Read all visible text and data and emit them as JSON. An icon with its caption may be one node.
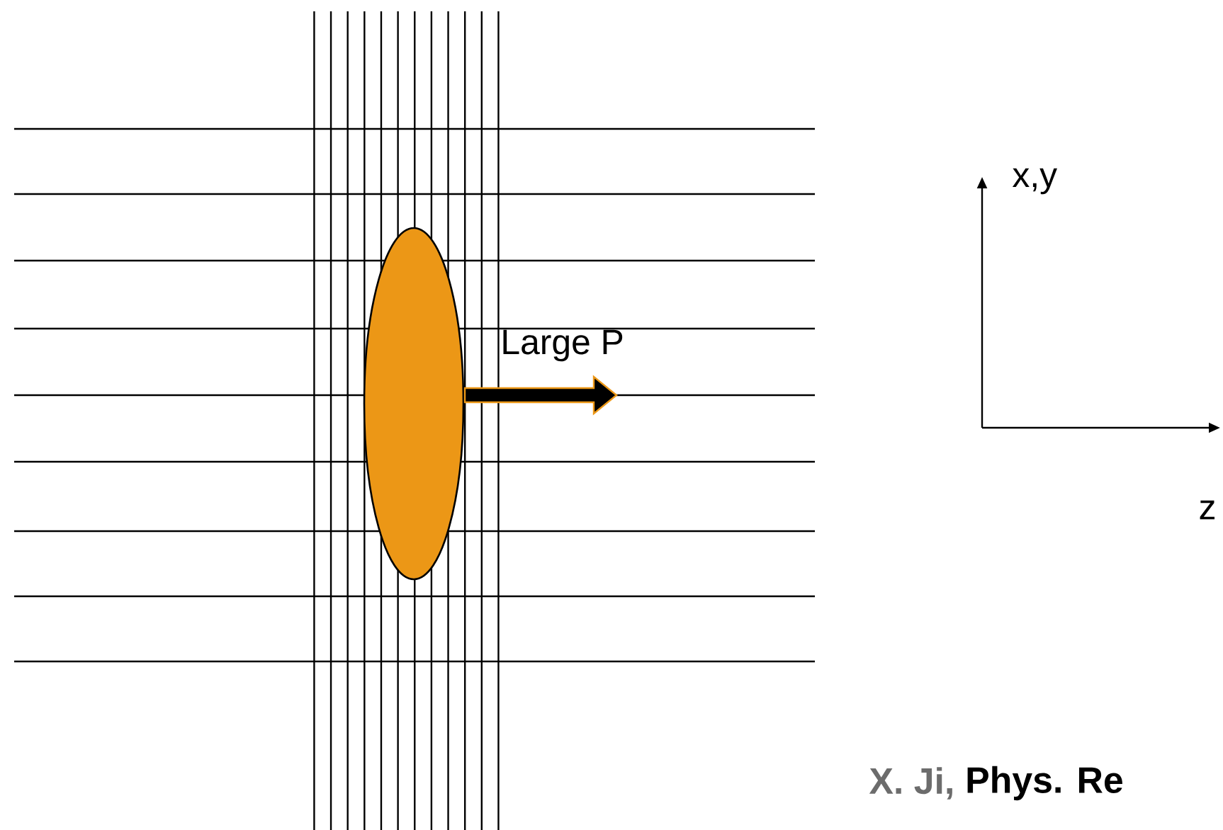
{
  "diagram": {
    "nodes": [
      {
        "text": [],
        "shape": "ellipse"
      }
    ],
    "labels": [
      "x,y",
      "Large P",
      "z",
      "X. Ji,",
      "Phys. Re"
    ]
  }
}
